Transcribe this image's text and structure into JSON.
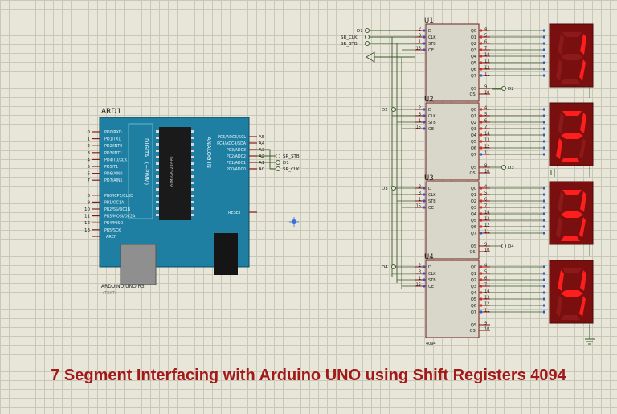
{
  "arduino": {
    "ref": "ARD1",
    "model": "ARDUINO UNO R3",
    "text_placeholder": "<TEXT>",
    "digital_header": "DIGITAL (~PWM)",
    "analog_header": "ANALOG IN",
    "chip_text": "ATMEGA328P-PU",
    "reset_label": "RESET",
    "aref_label": "AREF",
    "left_pins": [
      {
        "num": "0",
        "name": "PD0/RXD"
      },
      {
        "num": "1",
        "name": "PD1/TXD"
      },
      {
        "num": "2",
        "name": "PD2/INT0"
      },
      {
        "num": "3",
        "name": "PD3/INT1"
      },
      {
        "num": "4",
        "name": "PD4/T0/XCK"
      },
      {
        "num": "5",
        "name": "PD5/T1"
      },
      {
        "num": "6",
        "name": "PD6/AIN0"
      },
      {
        "num": "7",
        "name": "PD7/AIN1"
      },
      {
        "num": "8",
        "name": "PB0/ICP1/CLKO"
      },
      {
        "num": "9",
        "name": "PB1/OC1A"
      },
      {
        "num": "10",
        "name": "PB2/SS/OC1B"
      },
      {
        "num": "11",
        "name": "PB3/MOSI/OC2A"
      },
      {
        "num": "12",
        "name": "PB4/MISO"
      },
      {
        "num": "13",
        "name": "PB5/SCK"
      }
    ],
    "right_pins": [
      {
        "num": "A5",
        "name": "PC5/ADC5/SCL"
      },
      {
        "num": "A4",
        "name": "PC4/ADC4/SDA"
      },
      {
        "num": "A3",
        "name": "PC3/ADC3"
      },
      {
        "num": "A2",
        "name": "PC2/ADC2"
      },
      {
        "num": "A1",
        "name": "PC1/ADC1"
      },
      {
        "num": "A0",
        "name": "PC0/ADC0"
      }
    ],
    "net_labels": [
      "SR_STB",
      "D1",
      "SR_CLK"
    ]
  },
  "input_labels": [
    "D1",
    "SR_CLK",
    "SR_STB"
  ],
  "registers": [
    {
      "ref": "U1",
      "data_label": "D1",
      "out_label": "D2"
    },
    {
      "ref": "U2",
      "data_label": "D2",
      "out_label": "D3"
    },
    {
      "ref": "U3",
      "data_label": "D3",
      "out_label": "D4"
    },
    {
      "ref": "U4",
      "data_label": "D4",
      "out_label": ""
    }
  ],
  "register_part": "4094",
  "register_pins_left": [
    {
      "num": "2",
      "name": "D"
    },
    {
      "num": "3",
      "name": "CLK"
    },
    {
      "num": "1",
      "name": "STB"
    },
    {
      "num": "15",
      "name": "OE"
    }
  ],
  "register_pins_right": [
    {
      "num": "4",
      "name": "Q0"
    },
    {
      "num": "5",
      "name": "Q1"
    },
    {
      "num": "6",
      "name": "Q2"
    },
    {
      "num": "7",
      "name": "Q3"
    },
    {
      "num": "14",
      "name": "Q4"
    },
    {
      "num": "13",
      "name": "Q5"
    },
    {
      "num": "12",
      "name": "Q6"
    },
    {
      "num": "11",
      "name": "Q7"
    }
  ],
  "register_serial_pins": [
    {
      "num": "9",
      "name": "QS"
    },
    {
      "num": "10",
      "name": "QS'"
    }
  ],
  "displays": [
    "1",
    "2",
    "3",
    "4"
  ],
  "caption": "7 Segment Interfacing with Arduino UNO using Shift Registers 4094",
  "colors": {
    "board": "#1f7fa2",
    "wire": "#3a5a2c",
    "pin": "#8b1b1b",
    "display_bg": "#7a0f0f",
    "segment_on": "#ff1e1e",
    "caption": "#a31818"
  }
}
